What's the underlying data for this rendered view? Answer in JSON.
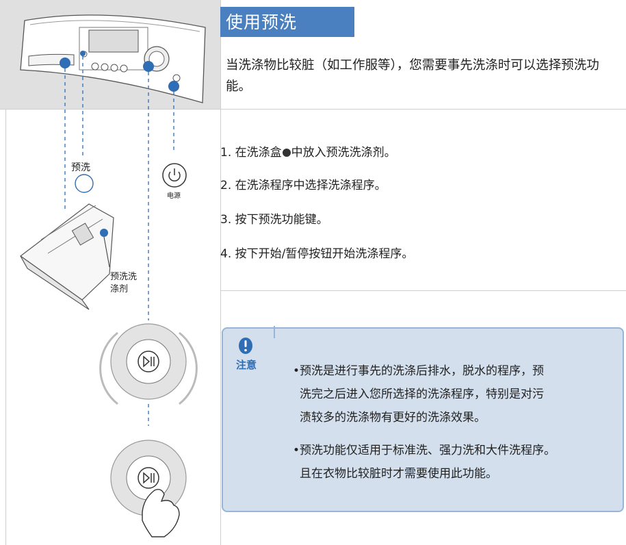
{
  "title": "使用预洗",
  "intro": "当洗涤物比较脏（如工作服等），您需要事先洗涤时可以选择预洗功能。",
  "steps": [
    {
      "num": "1.",
      "pre": "在洗涤盒",
      "post": "中放入预洗洗涤剂。"
    },
    {
      "num": "2.",
      "text": "在洗涤程序中选择洗涤程序。"
    },
    {
      "num": "3.",
      "text": "按下预洗功能键。"
    },
    {
      "num": "4.",
      "text": "按下开始/暂停按钮开始洗涤程序。"
    }
  ],
  "caution": {
    "label": "注意",
    "notes": [
      {
        "line1": "预洗是进行事先的洗涤后排水，脱水的程序，预",
        "line2": "洗完之后进入您所选择的洗涤程序，特别是对污",
        "line3": "渍较多的洗涤物有更好的洗涤效果。"
      },
      {
        "line1": "预洗功能仅适用于标准洗、强力洗和大件洗程序。",
        "line2": "且在衣物比较脏时才需要使用此功能。"
      }
    ]
  },
  "illustration": {
    "prewash_label": "预洗",
    "power_label": "电源",
    "detergent_label_line1": "预洗洗",
    "detergent_label_line2": "涤剂"
  },
  "colors": {
    "accent": "#4a80c0",
    "callout_dot": "#2f6db5",
    "caution_bg": "#d3dfed",
    "caution_border": "#97b5d6",
    "band_gray": "#e0e0e0"
  },
  "icons": [
    "power-icon",
    "play-pause-icon",
    "hand-pointer-icon",
    "exclamation-icon"
  ]
}
